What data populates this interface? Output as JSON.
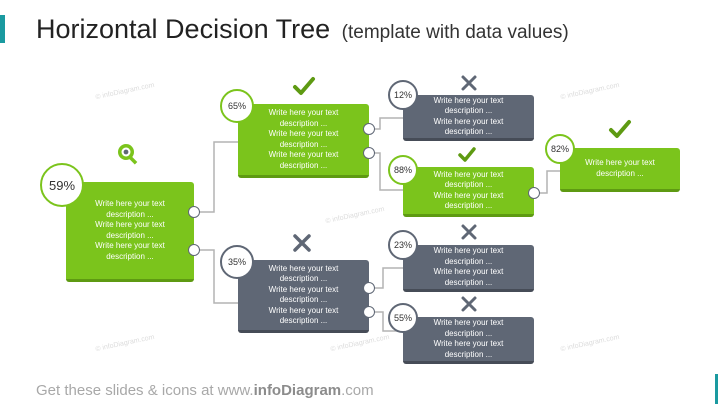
{
  "header": {
    "title": "Horizontal Decision Tree",
    "subtitle": "(template with data values)"
  },
  "footer": {
    "text_start": "Get these slides & icons at www.",
    "text_brand": "infoDiagram",
    "text_end": ".com"
  },
  "watermark": "© infoDiagram.com",
  "colors": {
    "green": "#7bc41c",
    "gray": "#5f6775",
    "accent": "#1a9aa0"
  },
  "nodes": {
    "root": {
      "percent": "59%",
      "icon": "search-icon",
      "lines": [
        "Write here your text",
        "description ...",
        "Write here your text",
        "description ...",
        "Write here your text",
        "description ..."
      ]
    },
    "upper": {
      "percent": "65%",
      "icon": "check-icon",
      "lines": [
        "Write here your text",
        "description ...",
        "Write here your text",
        "description ...",
        "Write here your text",
        "description ..."
      ]
    },
    "lower": {
      "percent": "35%",
      "icon": "cross-icon",
      "lines": [
        "Write here your text",
        "description ...",
        "Write here your text",
        "description ...",
        "Write here your text",
        "description ..."
      ]
    },
    "upper_a": {
      "percent": "12%",
      "icon": "cross-icon",
      "lines": [
        "Write here your text",
        "description ...",
        "Write here your text",
        "description ..."
      ]
    },
    "upper_b": {
      "percent": "88%",
      "icon": "check-icon",
      "lines": [
        "Write here your text",
        "description ...",
        "Write here your text",
        "description ..."
      ]
    },
    "final": {
      "percent": "82%",
      "icon": "check-icon",
      "lines": [
        "Write here your text",
        "description ..."
      ]
    },
    "lower_a": {
      "percent": "23%",
      "icon": "cross-icon",
      "lines": [
        "Write here your text",
        "description ...",
        "Write here your text",
        "description ..."
      ]
    },
    "lower_b": {
      "percent": "55%",
      "icon": "cross-icon",
      "lines": [
        "Write here your text",
        "description ...",
        "Write here your text",
        "description ..."
      ]
    }
  }
}
